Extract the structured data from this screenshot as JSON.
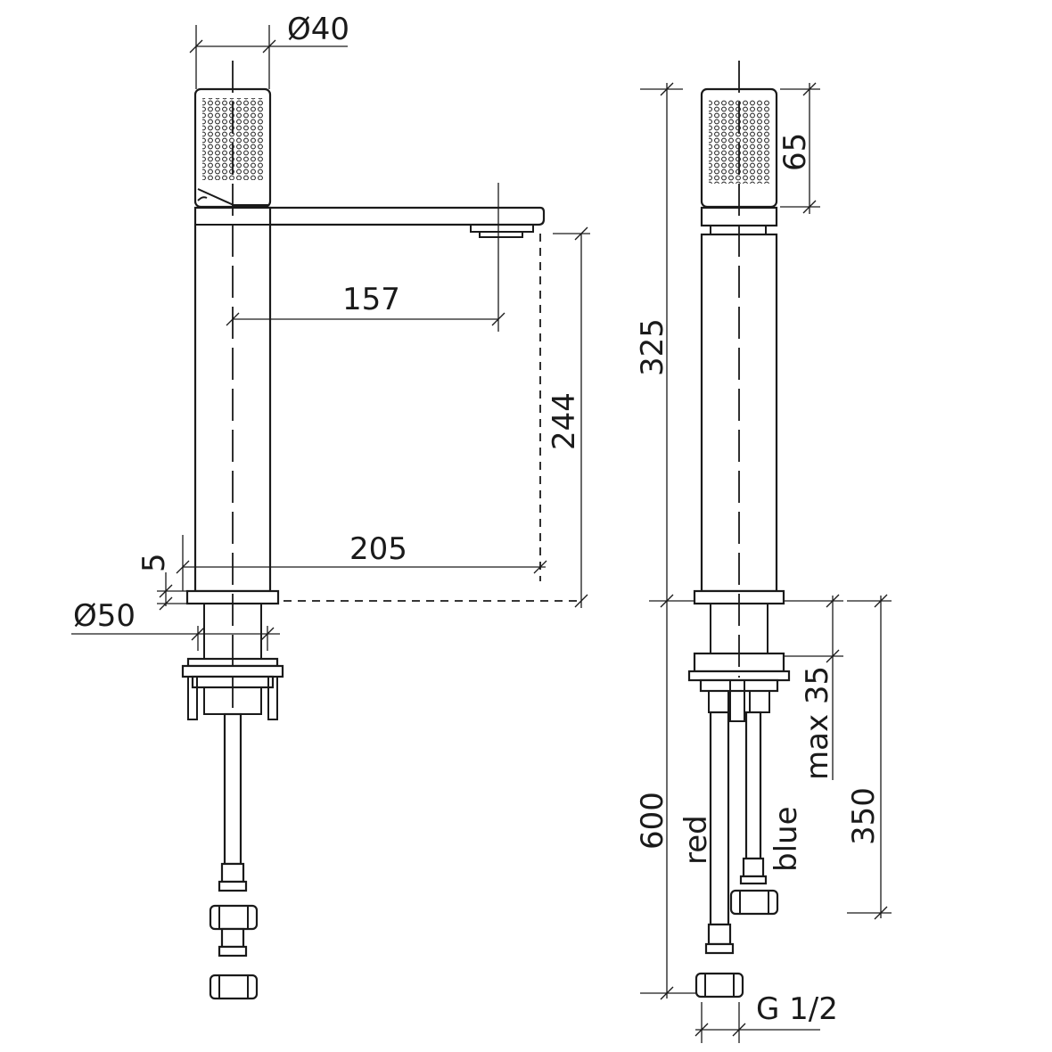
{
  "drawing": {
    "dimensions": {
      "dia_40": "Ø40",
      "dia_50": "Ø50",
      "d157": "157",
      "d244": "244",
      "d205": "205",
      "d5": "5",
      "d325": "325",
      "d65": "65",
      "d600": "600",
      "max35": "max 35",
      "d350": "350",
      "g12": "G 1/2"
    },
    "labels": {
      "red": "red",
      "blue": "blue"
    }
  }
}
